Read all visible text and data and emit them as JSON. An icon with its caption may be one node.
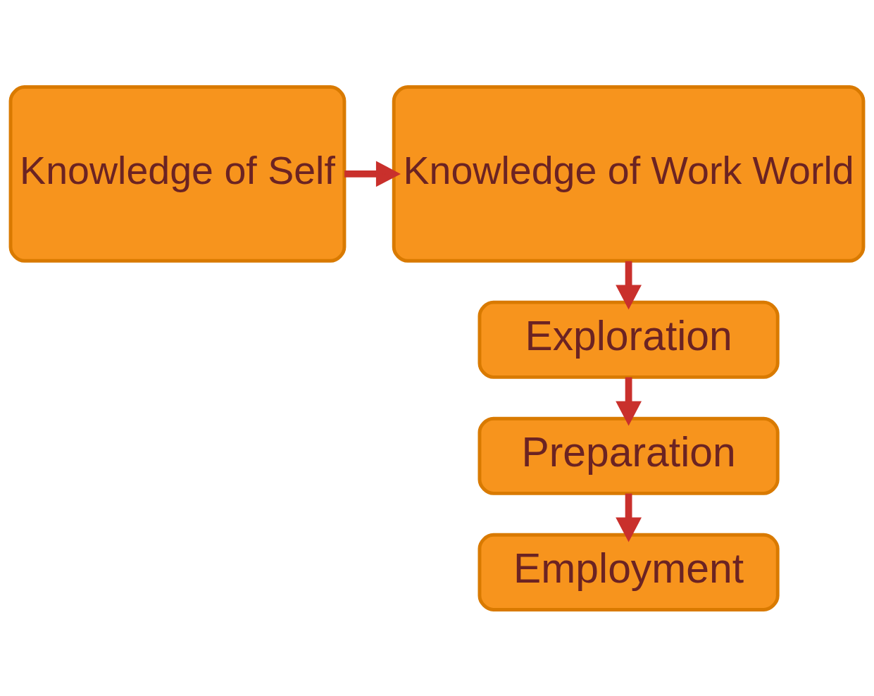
{
  "diagram": {
    "nodes": [
      {
        "text": [
          "Knowledge of Self"
        ]
      },
      {
        "text": [
          "Knowledge of Work World"
        ]
      },
      {
        "text": [
          "Exploration"
        ]
      },
      {
        "text": [
          "Preparation"
        ]
      },
      {
        "text": [
          "Employment"
        ]
      }
    ],
    "edges": [
      {
        "from": 0,
        "to": 1,
        "arrow": "to"
      },
      {
        "from": 1,
        "to": 2,
        "arrow": "to"
      },
      {
        "from": 2,
        "to": 3,
        "arrow": "to"
      },
      {
        "from": 3,
        "to": 4,
        "arrow": "to"
      }
    ]
  }
}
